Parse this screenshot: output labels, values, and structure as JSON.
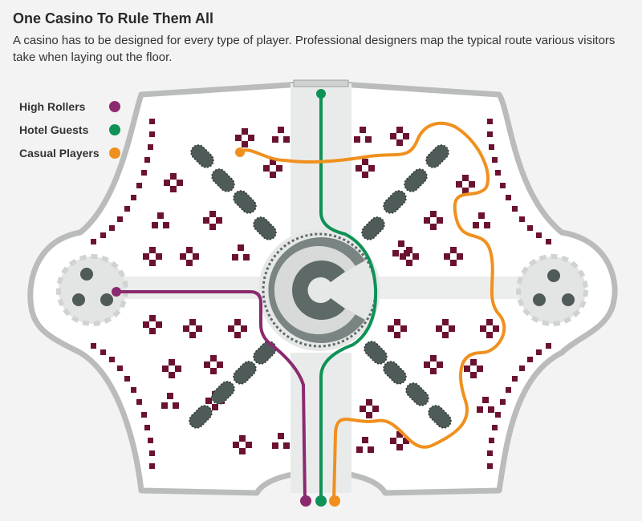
{
  "title": "One Casino To Rule Them All",
  "subtitle": "A casino has to be designed for every type of player. Professional designers map the typical route various visitors take when laying out the floor.",
  "legend": [
    {
      "label": "High Rollers",
      "color": "#8b2a6e"
    },
    {
      "label": "Hotel Guests",
      "color": "#0e9256"
    },
    {
      "label": "Casual Players",
      "color": "#f0901e"
    }
  ],
  "colors": {
    "floor": "#ffffff",
    "wall": "#dcdedd",
    "wall_stroke": "#b9bcbb",
    "aisle": "#e7e8e8",
    "slot_machines": "#6b1230",
    "tables": "#4f5b58",
    "center_feature": "#7a8583"
  }
}
